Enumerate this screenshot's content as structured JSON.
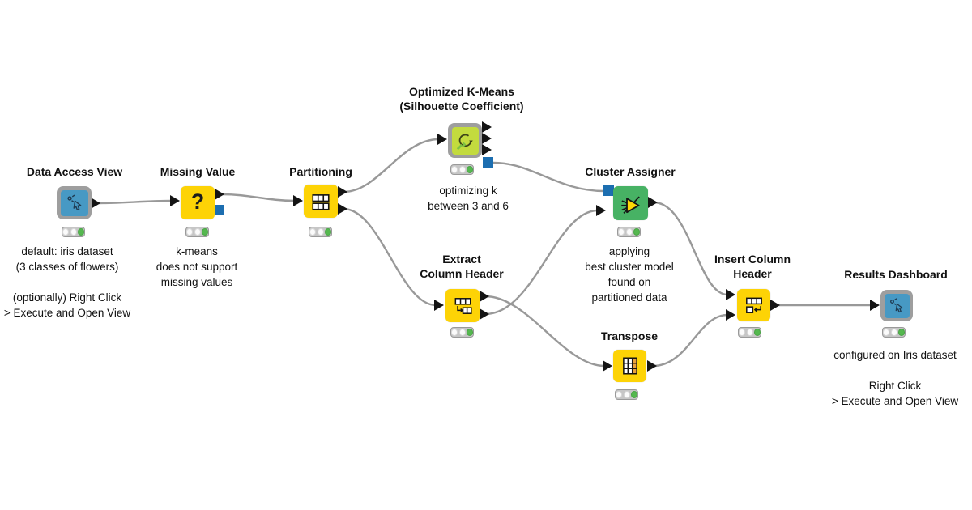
{
  "app": {
    "name": "KNIME workflow canvas",
    "background": "#FFFFFF"
  },
  "colors": {
    "node_yellow": "#FDD306",
    "node_green": "#47B264",
    "component_frame": "#9E9E9E",
    "component_blue": "#4799C4",
    "component_lime": "#C3DB3E",
    "port_black": "#141414",
    "port_blue": "#1C6EB0",
    "wire_gray": "#999999",
    "status_green": "#55B84F",
    "text": "#111111",
    "transpose_highlight": "#E9A13C",
    "assigner_triangle": "#FFD806"
  },
  "nodes": [
    {
      "id": "data-access-view",
      "title": "Data Access View",
      "icon": "interactive-view-icon",
      "kind": "component",
      "status_lights": [
        "off",
        "off",
        "green"
      ],
      "annotation": "default: iris dataset\n(3 classes of flowers)\n\n(optionally) Right Click\n> Execute and Open View"
    },
    {
      "id": "missing-value",
      "title": "Missing Value",
      "icon": "question-mark-icon",
      "kind": "node",
      "status_lights": [
        "off",
        "off",
        "green"
      ],
      "annotation": "k-means\ndoes not support\nmissing values"
    },
    {
      "id": "partitioning",
      "title": "Partitioning",
      "icon": "partition-table-icon",
      "kind": "node",
      "status_lights": [
        "off",
        "off",
        "green"
      ],
      "annotation": ""
    },
    {
      "id": "optimized-k-means",
      "title": "Optimized K-Means\n(Silhouette Coefficient)",
      "icon": "loop-icon",
      "kind": "component",
      "status_lights": [
        "off",
        "off",
        "green"
      ],
      "annotation": "optimizing k\nbetween 3 and 6"
    },
    {
      "id": "extract-column-header",
      "title": "Extract\nColumn Header",
      "icon": "extract-header-icon",
      "kind": "node",
      "status_lights": [
        "off",
        "off",
        "green"
      ],
      "annotation": ""
    },
    {
      "id": "cluster-assigner",
      "title": "Cluster Assigner",
      "icon": "assigner-icon",
      "kind": "node",
      "status_lights": [
        "off",
        "off",
        "green"
      ],
      "annotation": "applying\nbest cluster model\nfound on\npartitioned data"
    },
    {
      "id": "transpose",
      "title": "Transpose",
      "icon": "transpose-grid-icon",
      "kind": "node",
      "status_lights": [
        "off",
        "off",
        "green"
      ],
      "annotation": ""
    },
    {
      "id": "insert-column-header",
      "title": "Insert Column\nHeader",
      "icon": "insert-header-icon",
      "kind": "node",
      "status_lights": [
        "off",
        "off",
        "green"
      ],
      "annotation": ""
    },
    {
      "id": "results-dashboard",
      "title": "Results Dashboard",
      "icon": "interactive-view-icon",
      "kind": "component",
      "status_lights": [
        "off",
        "off",
        "green"
      ],
      "annotation": "configured on Iris dataset\n\nRight Click\n> Execute and Open  View"
    }
  ],
  "connections": [
    {
      "from": "data-access-view",
      "to": "missing-value",
      "type": "data"
    },
    {
      "from": "missing-value",
      "to": "partitioning",
      "type": "data"
    },
    {
      "from": "partitioning",
      "to": "optimized-k-means",
      "type": "data"
    },
    {
      "from": "partitioning",
      "to": "extract-column-header",
      "type": "data"
    },
    {
      "from": "optimized-k-means",
      "to": "cluster-assigner",
      "type": "model"
    },
    {
      "from": "extract-column-header",
      "to": "transpose",
      "type": "data"
    },
    {
      "from": "extract-column-header",
      "to": "cluster-assigner",
      "type": "data"
    },
    {
      "from": "cluster-assigner",
      "to": "insert-column-header",
      "type": "data"
    },
    {
      "from": "transpose",
      "to": "insert-column-header",
      "type": "data"
    },
    {
      "from": "insert-column-header",
      "to": "results-dashboard",
      "type": "data"
    }
  ]
}
